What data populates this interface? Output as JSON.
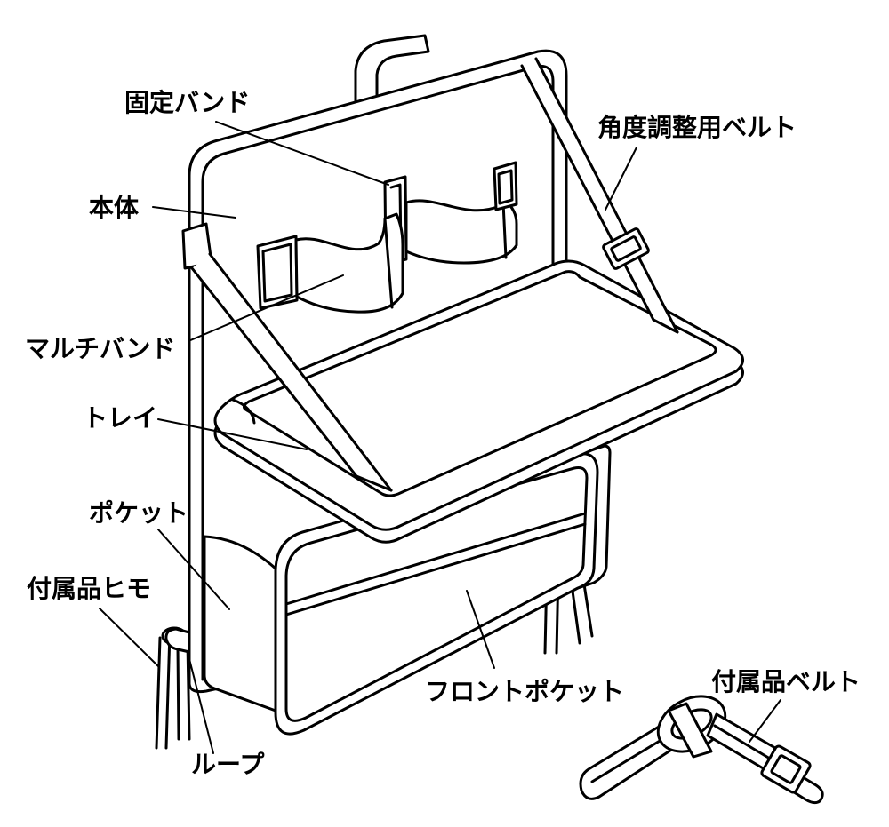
{
  "labels": {
    "fixing_band": "固定バンド",
    "body": "本体",
    "angle_adjust_belt": "角度調整用ベルト",
    "multi_band": "マルチバンド",
    "tray": "トレイ",
    "pocket": "ポケット",
    "accessory_string": "付属品ヒモ",
    "loop": "ループ",
    "front_pocket": "フロントポケット",
    "accessory_belt": "付属品ベルト"
  }
}
